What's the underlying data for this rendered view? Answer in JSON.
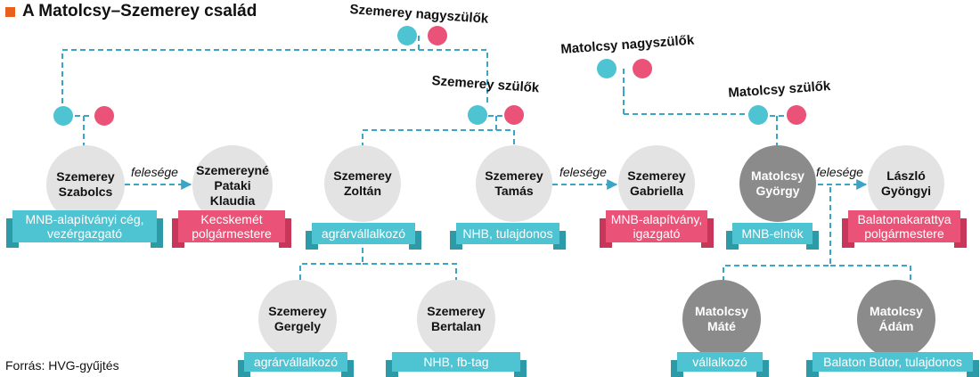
{
  "title": "A Matolcsy–Szemerey család",
  "source": "Forrás: HVG-gyűjtés",
  "spouse_label": "felesége",
  "colors": {
    "male": "#4ec3d1",
    "female": "#ea5278",
    "line": "#3aa5c6",
    "light_circle": "#e3e3e3",
    "dark_circle": "#8b8b8b"
  },
  "parents": {
    "szemerey_grandparents": "Szemerey nagyszülők",
    "szemerey_parents": "Szemerey szülők",
    "matolcsy_grandparents": "Matolcsy nagyszülők",
    "matolcsy_parents": "Matolcsy szülők"
  },
  "people": {
    "szabolcs": {
      "name": "Szemerey Szabolcs",
      "role": "MNB-alapítványi cég, vezérgazgató"
    },
    "klaudia": {
      "name": "Szemereyné Pataki Klaudia",
      "role": "Kecskemét polgármestere"
    },
    "zoltan": {
      "name": "Szemerey Zoltán",
      "role": "agrárvállalkozó"
    },
    "tamas": {
      "name": "Szemerey Tamás",
      "role": "NHB, tulajdonos"
    },
    "gabriella": {
      "name": "Szemerey Gabriella",
      "role": "MNB-alapítvány, igazgató"
    },
    "gyorgy": {
      "name": "Matolcsy György",
      "role": "MNB-elnök"
    },
    "gyongyi": {
      "name": "László Gyöngyi",
      "role": "Balatonakarattya polgármestere"
    },
    "gergely": {
      "name": "Szemerey Gergely",
      "role": "agrárvállalkozó"
    },
    "bertalan": {
      "name": "Szemerey Bertalan",
      "role": "NHB, fb-tag"
    },
    "mate": {
      "name": "Matolcsy Máté",
      "role": "vállalkozó"
    },
    "adam": {
      "name": "Matolcsy Ádám",
      "role": "Balaton Bútor, tulajdonos"
    }
  }
}
